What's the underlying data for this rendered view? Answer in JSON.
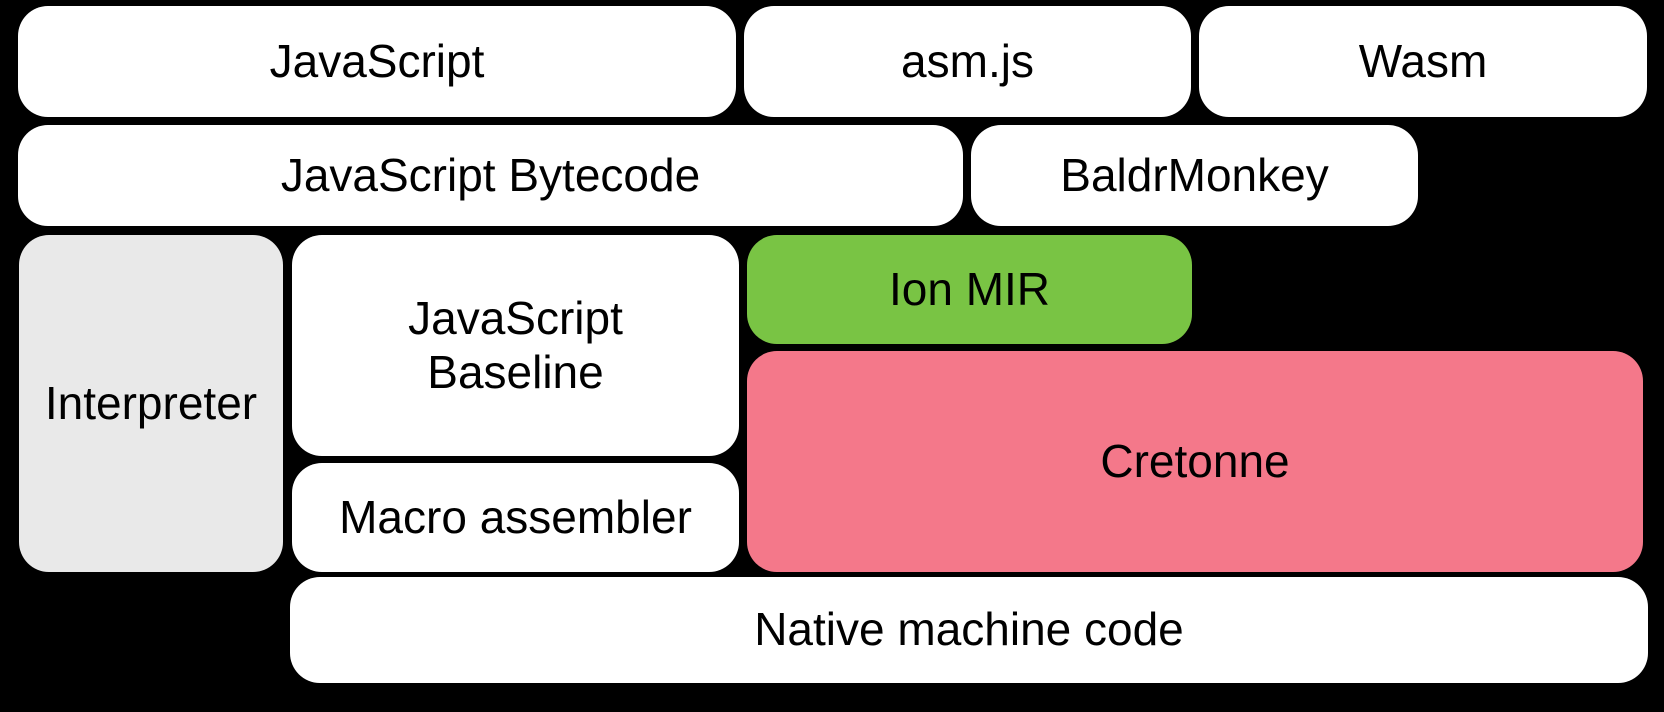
{
  "diagram": {
    "background_color": "#000000",
    "text_color": "#000000",
    "colors": {
      "box_default": "#ffffff",
      "interpreter_gray": "#e9e9e9",
      "ion_mir_green": "#79c444",
      "cretonne_pink": "#f4788a"
    },
    "nodes": {
      "javascript": {
        "label": "JavaScript"
      },
      "asmjs": {
        "label": "asm.js"
      },
      "wasm": {
        "label": "Wasm"
      },
      "bytecode": {
        "label": "JavaScript Bytecode"
      },
      "baldrmonkey": {
        "label": "BaldrMonkey"
      },
      "interpreter": {
        "label": "Interpreter"
      },
      "baseline": {
        "label": "JavaScript\nBaseline"
      },
      "ion_mir": {
        "label": "Ion MIR"
      },
      "cretonne": {
        "label": "Cretonne"
      },
      "macro_assembler": {
        "label": "Macro assembler"
      },
      "native": {
        "label": "Native machine code"
      }
    }
  }
}
